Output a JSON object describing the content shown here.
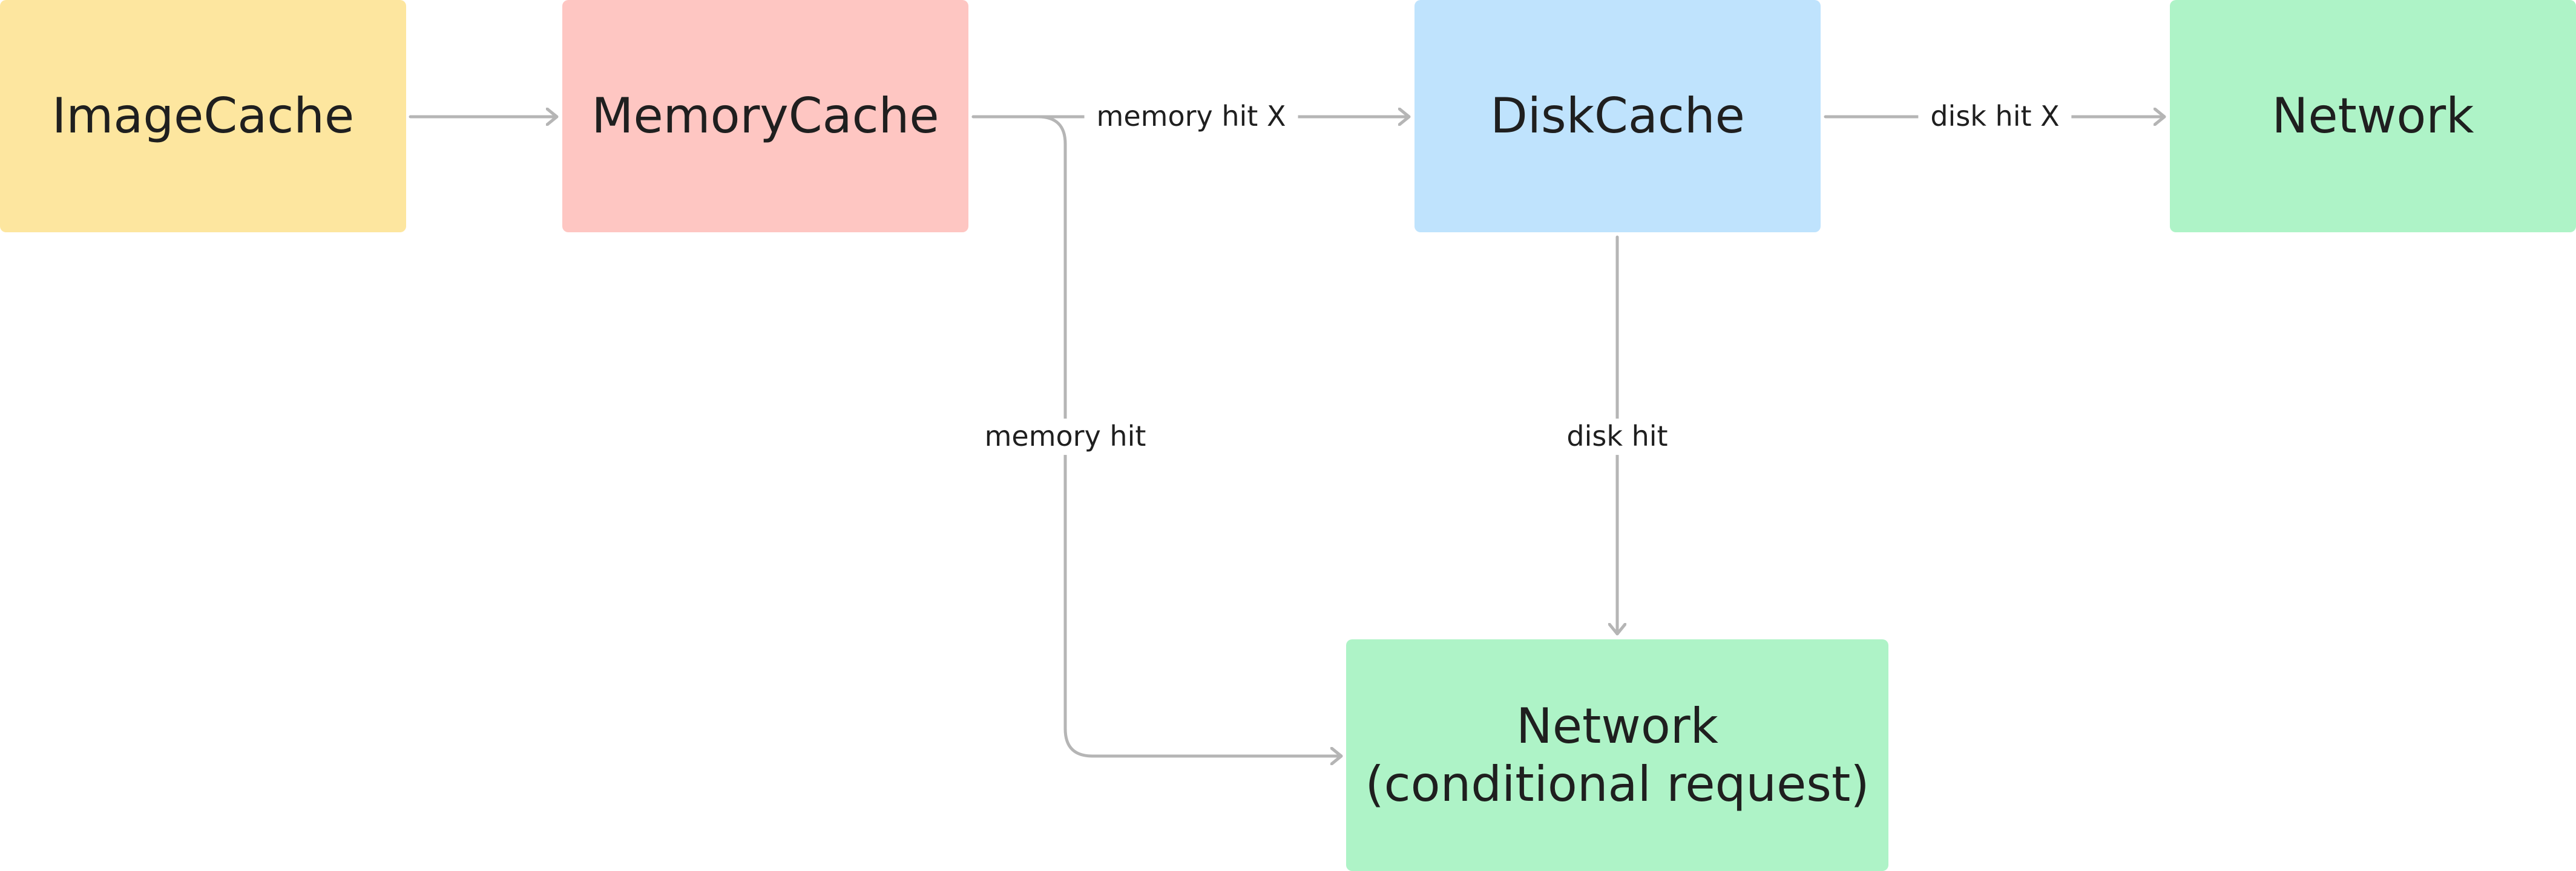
{
  "nodes": {
    "imagecache": {
      "label": "ImageCache",
      "color": "#fde69f"
    },
    "memorycache": {
      "label": "MemoryCache",
      "color": "#fec6c2"
    },
    "diskcache": {
      "label": "DiskCache",
      "color": "#bfe3fd"
    },
    "network": {
      "label": "Network",
      "color": "#aef3c7"
    },
    "network_conditional": {
      "line1": "Network",
      "line2": "(conditional request)",
      "color": "#aef3c7"
    }
  },
  "edges": {
    "memory_miss": "memory hit X",
    "disk_miss": "disk hit X",
    "memory_hit": "memory hit",
    "disk_hit": "disk hit"
  },
  "edge_color": "#b5b5b5"
}
